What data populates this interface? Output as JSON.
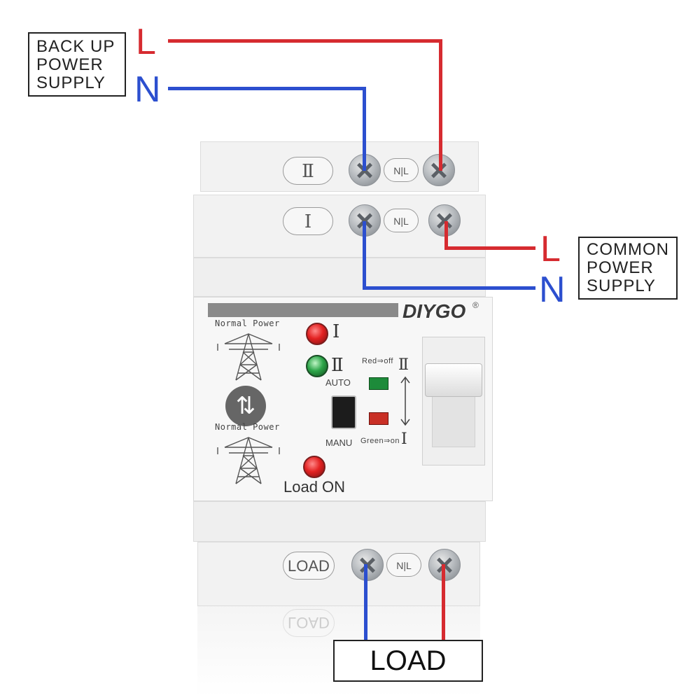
{
  "backup_supply": {
    "label": "BACK UP\nPOWER\nSUPPLY",
    "l": "L",
    "n": "N"
  },
  "common_supply": {
    "label": "COMMON\nPOWER\nSUPPLY",
    "l": "L",
    "n": "N"
  },
  "load_box": {
    "label": "LOAD"
  },
  "device": {
    "brand": "DIYGO",
    "registered_mark": "®",
    "top_rail_label": "Ⅱ",
    "middle_rail_label": "Ⅰ",
    "bottom_rail_label": "LOAD",
    "terminal_label": "N|L",
    "normal_power_1": "Normal Power",
    "normal_power_2": "Normal Power",
    "roman_one": "Ⅰ",
    "roman_two": "Ⅱ",
    "auto": "AUTO",
    "manu": "MANU",
    "red_off": "Red⇒off",
    "green_on": "Green⇒on",
    "scale_top": "Ⅱ",
    "scale_bottom": "Ⅰ",
    "load_on": "Load ON",
    "switch_icon_glyph": "⇅"
  },
  "colors": {
    "live": "#d62b30",
    "neutral": "#2c4fcf"
  }
}
